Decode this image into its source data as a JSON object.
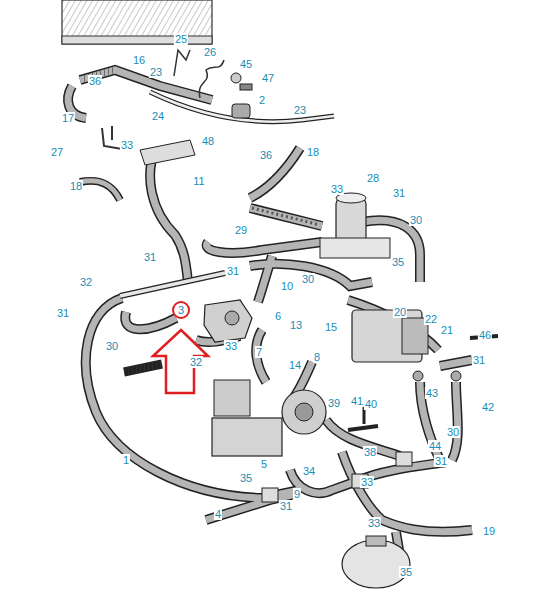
{
  "diagram": {
    "labels": [
      "25",
      "26",
      "16",
      "45",
      "23",
      "47",
      "36",
      "2",
      "17",
      "24",
      "48",
      "23",
      "27",
      "33",
      "36",
      "18",
      "18",
      "11",
      "33",
      "28",
      "31",
      "29",
      "30",
      "31",
      "31",
      "35",
      "32",
      "30",
      "10",
      "3",
      "20",
      "31",
      "6",
      "13",
      "15",
      "22",
      "21",
      "46",
      "30",
      "33",
      "32",
      "7",
      "14",
      "8",
      "31",
      "43",
      "42",
      "39",
      "41",
      "40",
      "30",
      "44",
      "38",
      "31",
      "1",
      "5",
      "34",
      "35",
      "33",
      "9",
      "31",
      "4",
      "33",
      "19",
      "35"
    ]
  }
}
